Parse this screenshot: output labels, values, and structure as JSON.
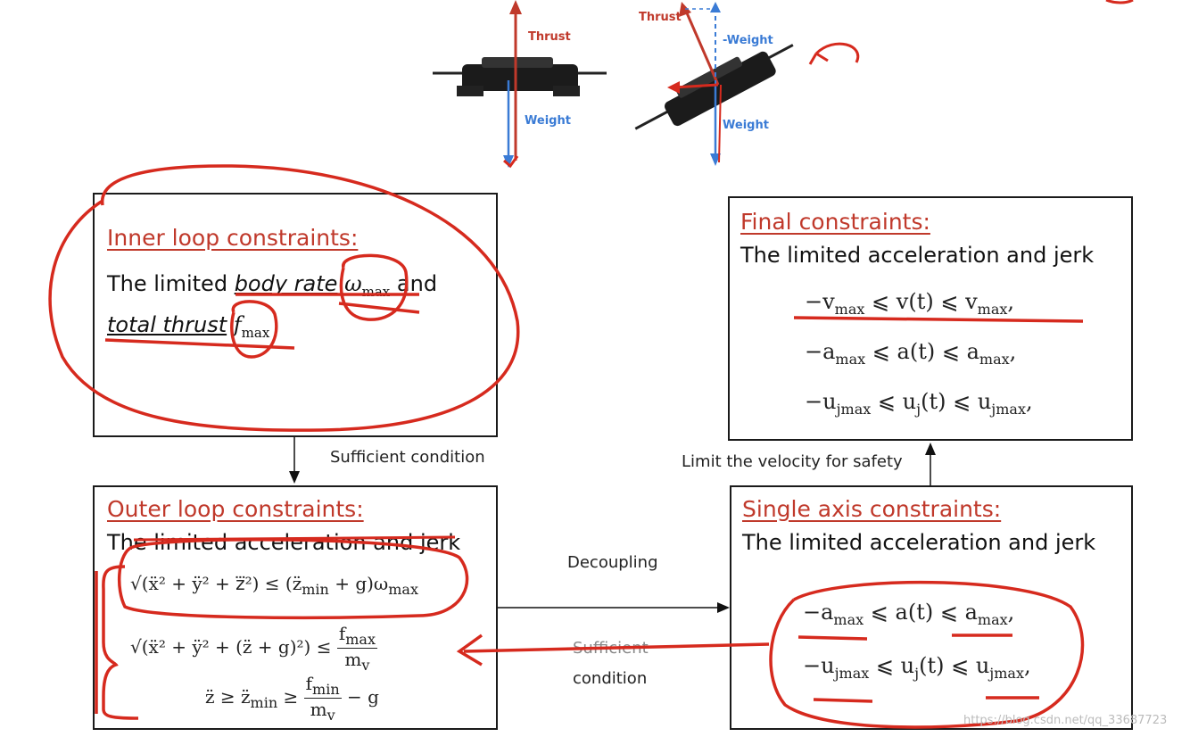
{
  "figure": {
    "hover_drone": {
      "thrust_label": "Thrust",
      "weight_label": "Weight"
    },
    "tilted_drone": {
      "thrust_label": "Thrust",
      "neg_weight_label": "-Weight",
      "weight_label": "Weight"
    }
  },
  "boxes": {
    "inner": {
      "title": "Inner loop constraints:",
      "line1_prefix": "The limited ",
      "line1_emph": "body rate",
      "line1_symbol": "ω",
      "line1_sub": "max",
      "line1_suffix": " and",
      "line2_emph": "total thrust",
      "line2_symbol": "f",
      "line2_sub": "max"
    },
    "outer": {
      "title": "Outer loop constraints:",
      "subtitle": "The limited acceleration and jerk",
      "eq1_lhs": "√(ẍ² + ÿ² + z⃛²) ≤ (z̈",
      "eq1_sub": "min",
      "eq1_rhs": " + g)ω",
      "eq1_rhs_sub": "max",
      "eq2_lhs": "√(ẍ² + ÿ² + (z̈ + g)²) ≤",
      "eq2_num": "f",
      "eq2_num_sub": "max",
      "eq2_den": "m",
      "eq2_den_sub": "v",
      "eq3_lhs": "z̈ ≥ z̈",
      "eq3_lhs_sub": "min",
      "eq3_ge": " ≥",
      "eq3_num": "f",
      "eq3_num_sub": "min",
      "eq3_den": "m",
      "eq3_den_sub": "v",
      "eq3_tail": "− g"
    },
    "single": {
      "title": "Single axis constraints:",
      "subtitle": "The limited acceleration and jerk",
      "eq1": "−a",
      "eq1_sub": "max",
      "eq1_mid": " ⩽ a(t) ⩽ a",
      "eq1_sub2": "max",
      "eq1_end": ",",
      "eq2": "−u",
      "eq2_sub": "jmax",
      "eq2_mid": " ⩽ u",
      "eq2_sub_mid": "j",
      "eq2_mid2": "(t) ⩽ u",
      "eq2_sub2": "jmax",
      "eq2_end": ","
    },
    "final": {
      "title": "Final constraints:",
      "subtitle": "The limited acceleration and jerk",
      "eq1": "−v",
      "eq1_sub": "max",
      "eq1_mid": " ⩽ v(t) ⩽ v",
      "eq1_sub2": "max",
      "eq1_end": ",",
      "eq2": "−a",
      "eq2_sub": "max",
      "eq2_mid": " ⩽ a(t) ⩽ a",
      "eq2_sub2": "max",
      "eq2_end": ",",
      "eq3": "−u",
      "eq3_sub": "jmax",
      "eq3_mid": " ⩽ u",
      "eq3_sub_mid": "j",
      "eq3_mid2": "(t) ⩽ u",
      "eq3_sub2": "jmax",
      "eq3_end": ","
    }
  },
  "edges": {
    "inner_to_outer": "Sufficient condition",
    "outer_to_single": "Decoupling",
    "single_to_outer_line1": "Sufficient",
    "single_to_outer_line2": "condition",
    "single_to_final": "Limit the velocity for safety"
  },
  "watermark": "https://blog.csdn.net/qq_33687723",
  "colors": {
    "annotation_red": "#d62a1e",
    "title_red": "#c0392b",
    "thrust_red": "#c0392b",
    "weight_blue": "#3a7bd5"
  }
}
